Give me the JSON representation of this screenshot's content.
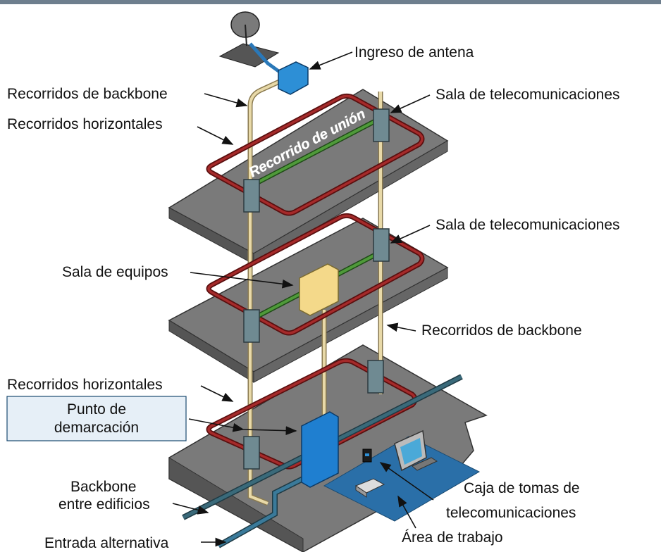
{
  "labels": {
    "antenna_entry": "Ingreso de antena",
    "backbone_routes_top": "Recorridos de backbone",
    "horizontal_routes_top": "Recorridos horizontales",
    "telecom_room_top": "Sala de telecomunicaciones",
    "bonding_route": "Recorrido de unión",
    "telecom_room_mid": "Sala de telecomunicaciones",
    "equipment_room": "Sala de equipos",
    "backbone_routes_mid": "Recorridos de backbone",
    "horizontal_routes_bottom": "Recorridos horizontales",
    "demarcation_line1": "Punto de",
    "demarcation_line2": "demarcación",
    "campus_backbone_line1": "Backbone",
    "campus_backbone_line2": "entre edificios",
    "alt_entrance": "Entrada alternativa",
    "outlet_box_line1": "Caja de tomas de",
    "outlet_box_line2": "telecomunicaciones",
    "work_area": "Área de trabajo"
  },
  "colors": {
    "floor": "#7a7a7a",
    "floor_dark": "#555555",
    "horizontal_route": "#8a1c1c",
    "backbone_route": "#e8d9a8",
    "bonding_route": "#3a7f2a",
    "telecom_box": "#6f8a92",
    "antenna_box": "#2d8fd6",
    "equipment_box": "#f4d98a",
    "demarc_box": "#1f7fd0",
    "demarc_label_bg": "#e6eff7",
    "work_area": "#2a6fa8",
    "campus_conduit": "#3a6a7a"
  }
}
